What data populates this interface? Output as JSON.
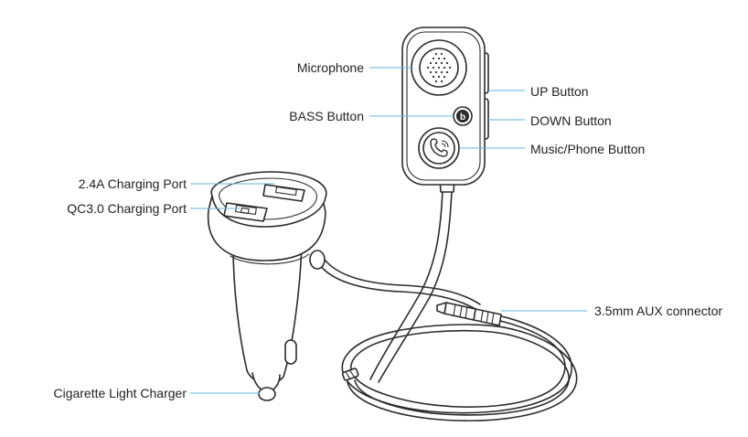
{
  "colors": {
    "leader_line": "#64b4dc",
    "outline": "#2b2b2b",
    "label_text": "#222222"
  },
  "labels": {
    "microphone": "Microphone",
    "bass_button": "BASS Button",
    "up_button": "UP Button",
    "down_button": "DOWN Button",
    "music_phone_button": "Music/Phone Button",
    "charging_port_24a": "2.4A Charging Port",
    "charging_port_qc30": "QC3.0 Charging Port",
    "aux_connector": "3.5mm AUX connector",
    "cigarette_light_charger": "Cigarette Light Charger"
  },
  "icons": {
    "bass": "b",
    "microphone": "speaker-grille-icon",
    "phone_music": "phone-music-icon"
  }
}
